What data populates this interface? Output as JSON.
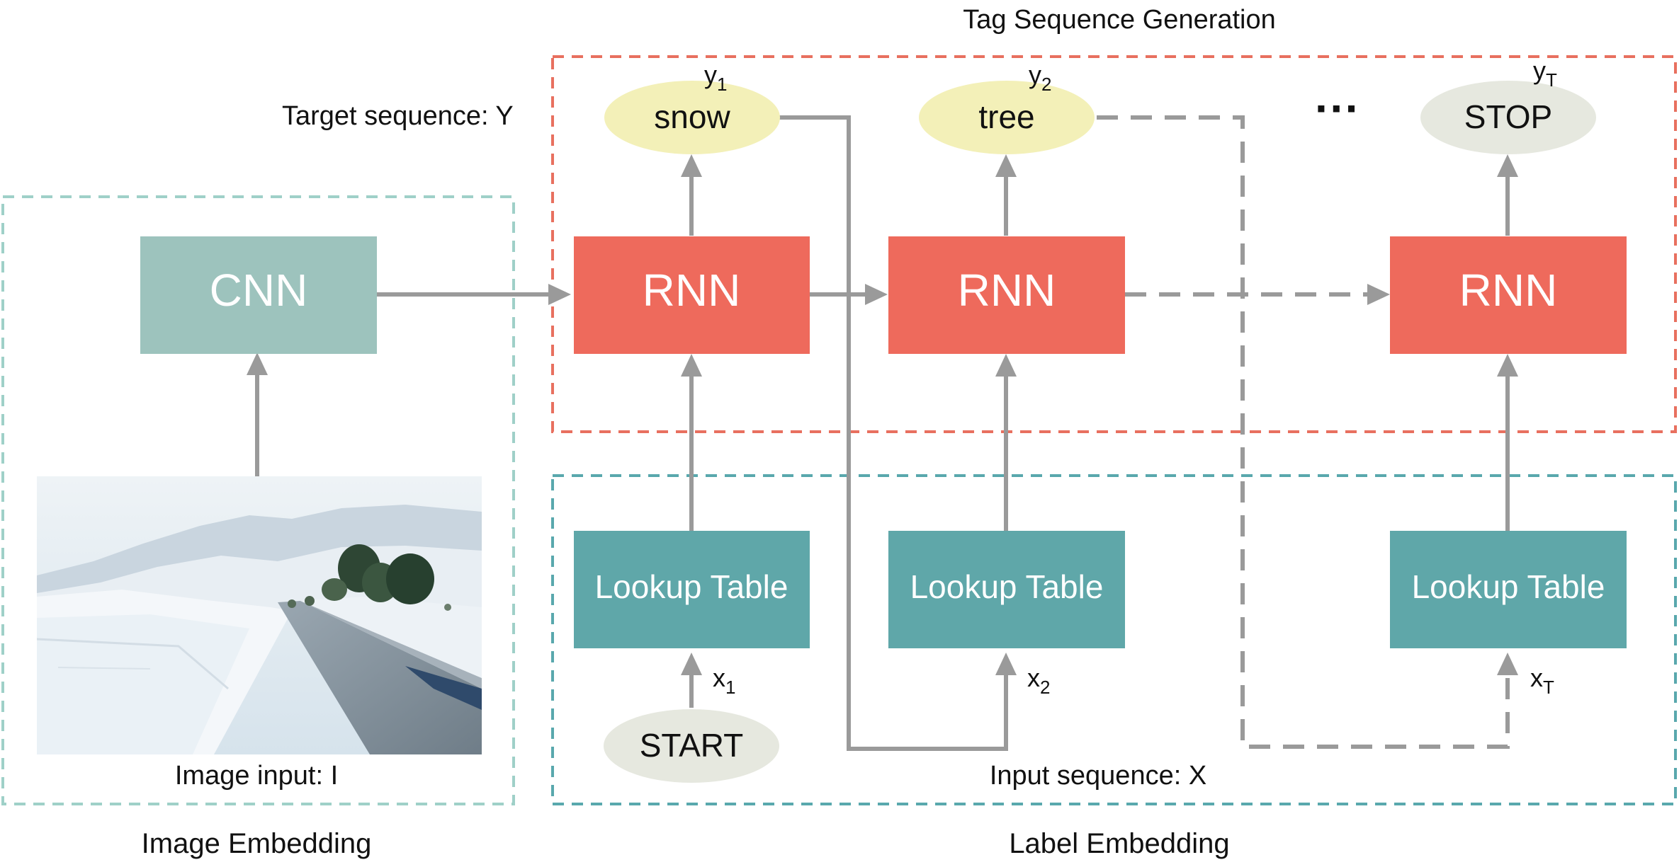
{
  "colors": {
    "cnn_box": "#9dc3bd",
    "rnn_box": "#ee6a5c",
    "lookup_box": "#5fa7a9",
    "image_frame": "#9fd0c8",
    "tag_frame": "#e8705f",
    "label_frame": "#59a8ad",
    "arrow": "#9a9a9a",
    "token_yellow": "#f3f0b8",
    "token_grey": "#e6e8df"
  },
  "titles": {
    "tag_generation": "Tag Sequence Generation",
    "image_embedding": "Image Embedding",
    "label_embedding": "Label Embedding"
  },
  "labels": {
    "target_sequence": "Target sequence: Y",
    "image_input": "Image input: I",
    "input_sequence": "Input sequence: X",
    "ellipsis": "···"
  },
  "boxes": {
    "cnn": "CNN",
    "rnn": "RNN",
    "lookup": "Lookup Table"
  },
  "tokens": {
    "start": "START",
    "out1": "snow",
    "out2": "tree",
    "outT": "STOP"
  },
  "indices": {
    "y1": {
      "base": "y",
      "sub": "1"
    },
    "y2": {
      "base": "y",
      "sub": "2"
    },
    "yT": {
      "base": "y",
      "sub": "T"
    },
    "x1": {
      "base": "x",
      "sub": "1"
    },
    "x2": {
      "base": "x",
      "sub": "2"
    },
    "xT": {
      "base": "x",
      "sub": "T"
    }
  },
  "image": {
    "depicts": "snow-covered roadside landscape",
    "icon": "photo-snow-road"
  }
}
